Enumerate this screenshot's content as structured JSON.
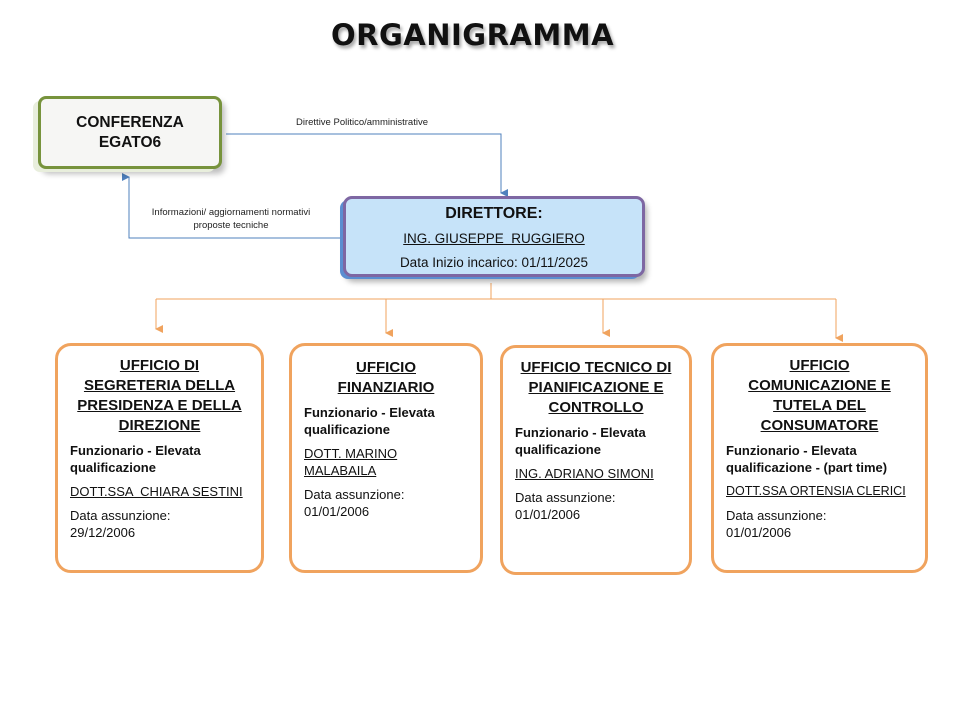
{
  "title": "ORGANIGRAMMA",
  "colors": {
    "conference_border": "#77933c",
    "director_border": "#7e67a3",
    "director_fill": "#c6e3f9",
    "office_border": "#f0a35e",
    "blue_connector": "#4f81bd",
    "orange_connector": "#f0a35e"
  },
  "conference": {
    "line1": "CONFERENZA",
    "line2": "EGATO6"
  },
  "connectors": {
    "directives_label": "Direttive Politico/amministrative",
    "info_label_line1": "Informazioni/ aggiornamenti normativi",
    "info_label_line2": "proposte tecniche"
  },
  "director": {
    "heading": "DIRETTORE:",
    "name": "ING. GIUSEPPE  RUGGIERO",
    "start_date": "Data Inizio incarico: 01/11/2025"
  },
  "offices": [
    {
      "title": "UFFICIO DI SEGRETERIA DELLA PRESIDENZA E DELLA DIREZIONE",
      "role": "Funzionario - Elevata qualificazione",
      "person": "DOTT.SSA  CHIARA SESTINI",
      "hire_label": "Data assunzione:",
      "hire_date": "29/12/2006"
    },
    {
      "title": "UFFICIO FINANZIARIO",
      "role": "Funzionario - Elevata qualificazione",
      "person": "DOTT. MARINO MALABAILA",
      "hire_label": "Data assunzione:",
      "hire_date": "01/01/2006"
    },
    {
      "title": "UFFICIO TECNICO DI PIANIFICAZIONE E CONTROLLO",
      "role": "Funzionario - Elevata qualificazione",
      "person": "ING. ADRIANO SIMONI",
      "hire_label": "Data assunzione:",
      "hire_date": "01/01/2006"
    },
    {
      "title": "UFFICIO COMUNICAZIONE E TUTELA DEL CONSUMATORE",
      "role": "Funzionario - Elevata qualificazione - (part time)",
      "person": "DOTT.SSA ORTENSIA CLERICI",
      "hire_label": "Data assunzione:",
      "hire_date": "01/01/2006"
    }
  ]
}
